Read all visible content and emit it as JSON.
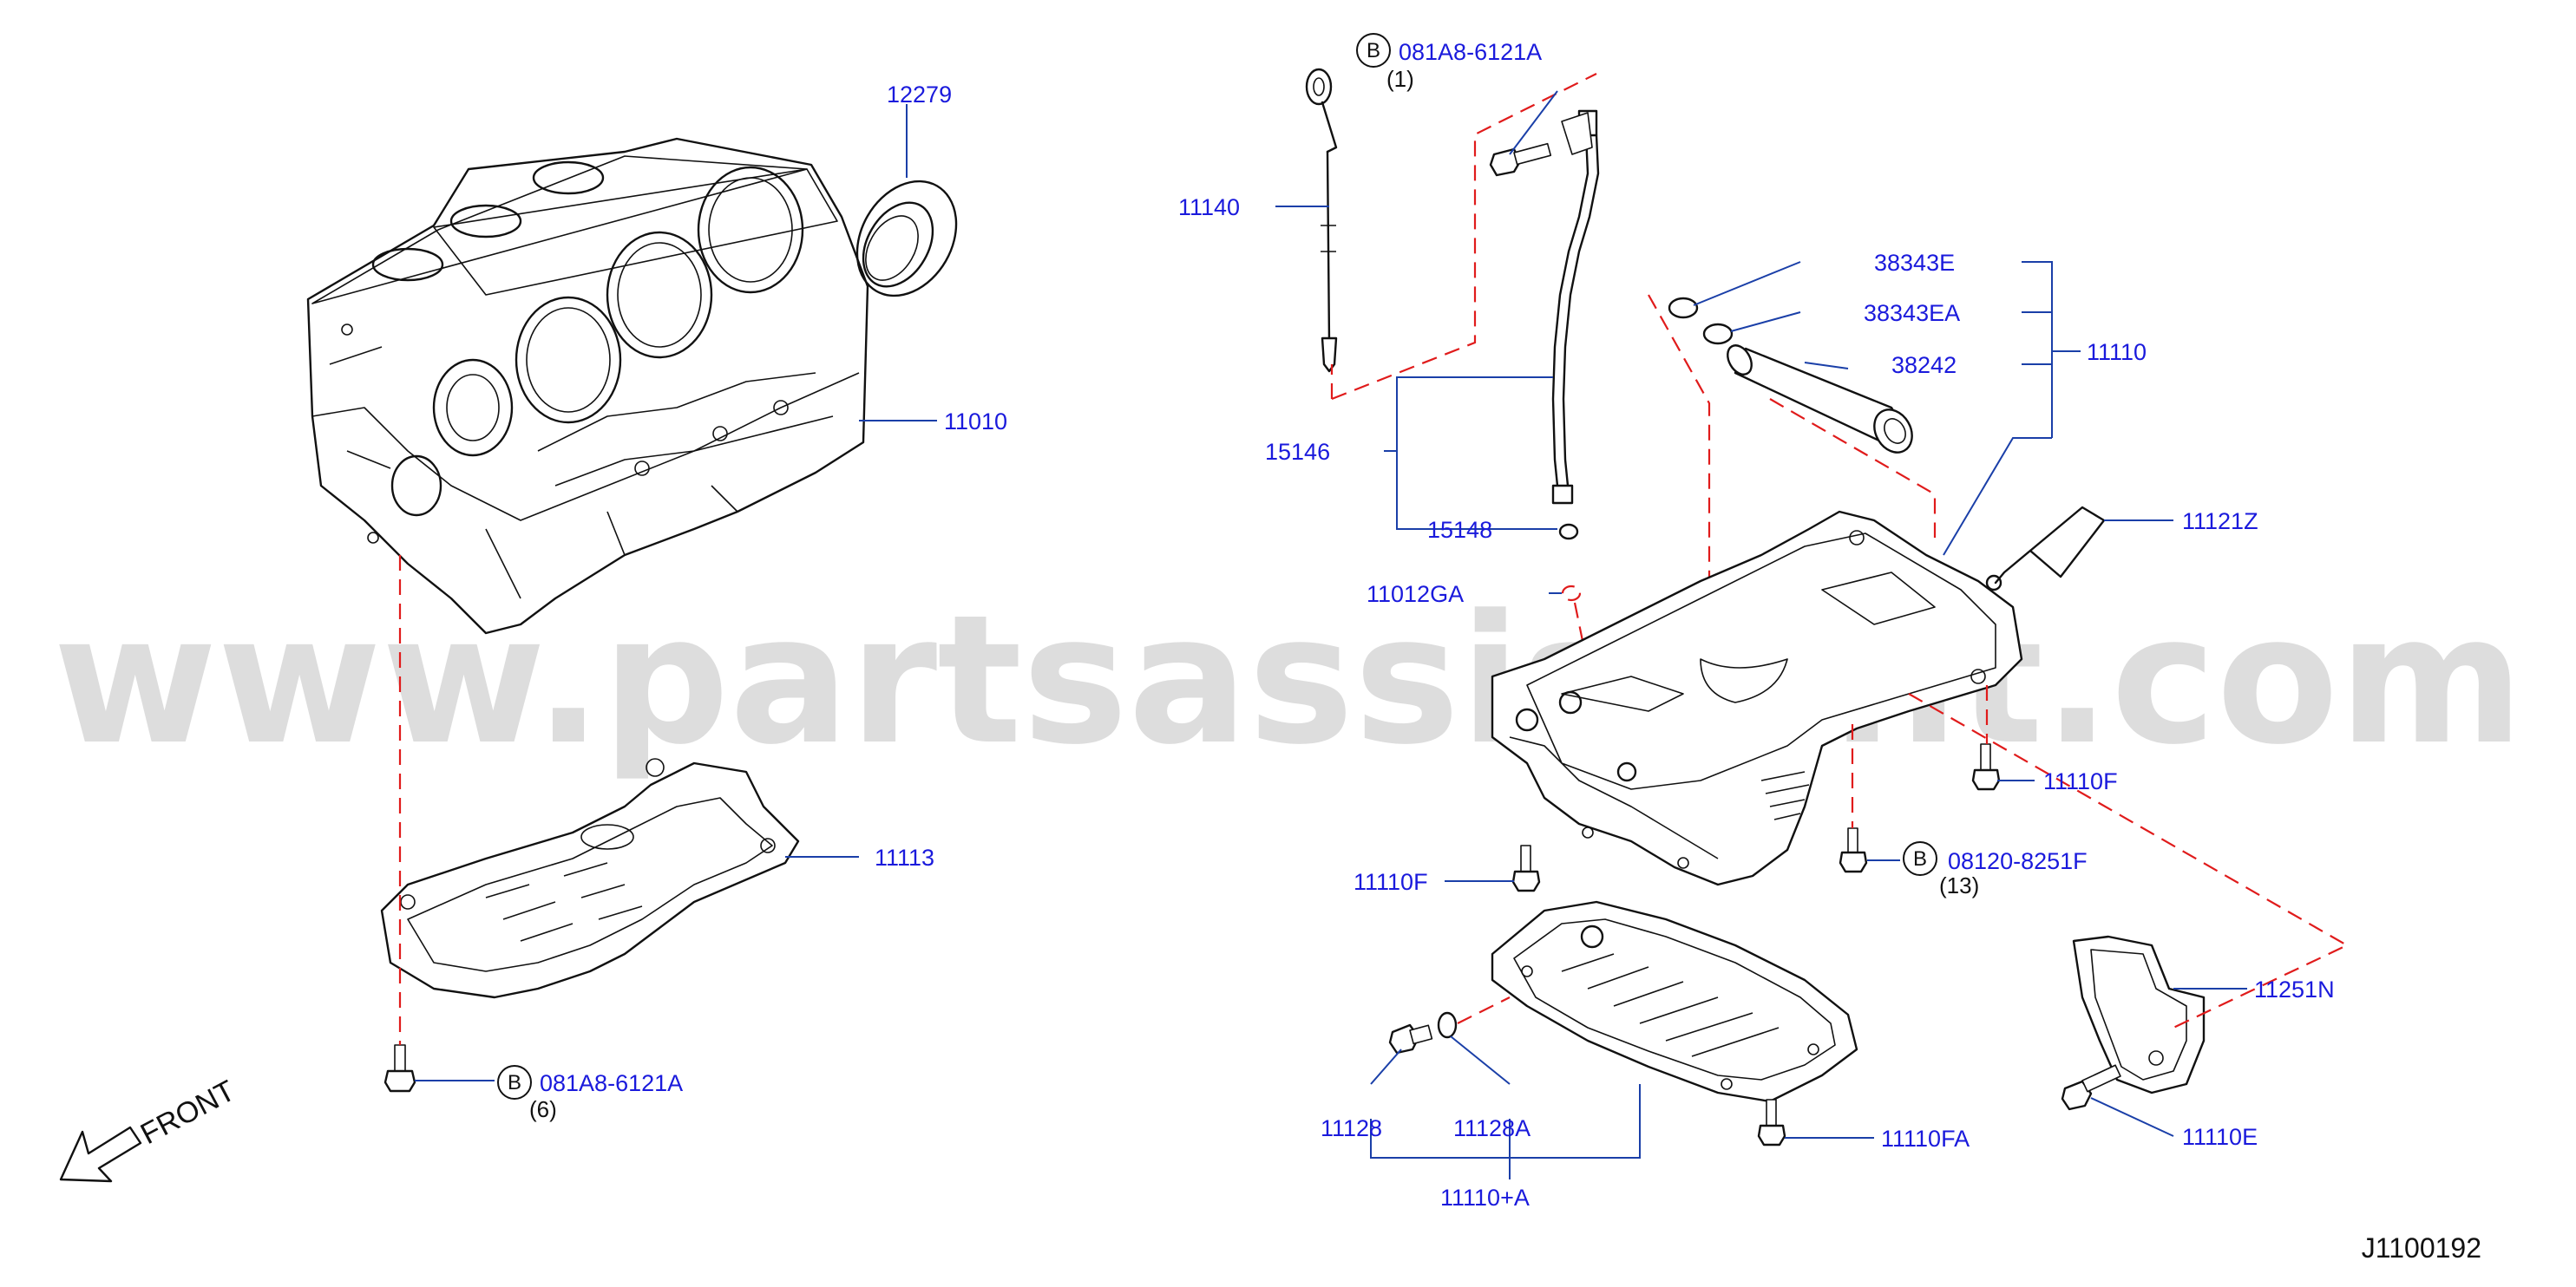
{
  "parts": {
    "p12279": "12279",
    "p11010": "11010",
    "p11113": "11113",
    "p11140": "11140",
    "p15146": "15146",
    "p15148": "15148",
    "p11012GA": "11012GA",
    "p38343E": "38343E",
    "p38343EA": "38343EA",
    "p38242": "38242",
    "p11110": "11110",
    "p11121Z": "11121Z",
    "p11110F_right": "11110F",
    "p11110F_left": "11110F",
    "p08120_8251F": "08120-8251F",
    "p11251N": "11251N",
    "p11128": "11128",
    "p11128A": "11128A",
    "p11110FA": "11110FA",
    "p11110E": "11110E",
    "p11110_plus_A": "11110+A",
    "p081A8_6121A_top": "081A8-6121A",
    "p081A8_6121A_bottom": "081A8-6121A"
  },
  "quantities": {
    "q_top_bolt": "(1)",
    "q_bottom_bolt": "(6)",
    "q_pan_bolts": "(13)"
  },
  "bolt_marker": "B",
  "front_label": "FRONT",
  "diagram_id": "J1100192",
  "watermark": "www.partsassistant.com",
  "colors": {
    "part_number": "#1a1adc",
    "leader_line": "#1a3fa8",
    "dashed_guide": "#e01b1b",
    "line_art": "#111111",
    "watermark": "#d2d2d2"
  },
  "icons": {
    "front_arrow": "front-arrow-icon",
    "bolt_marker": "b-circle-icon"
  }
}
